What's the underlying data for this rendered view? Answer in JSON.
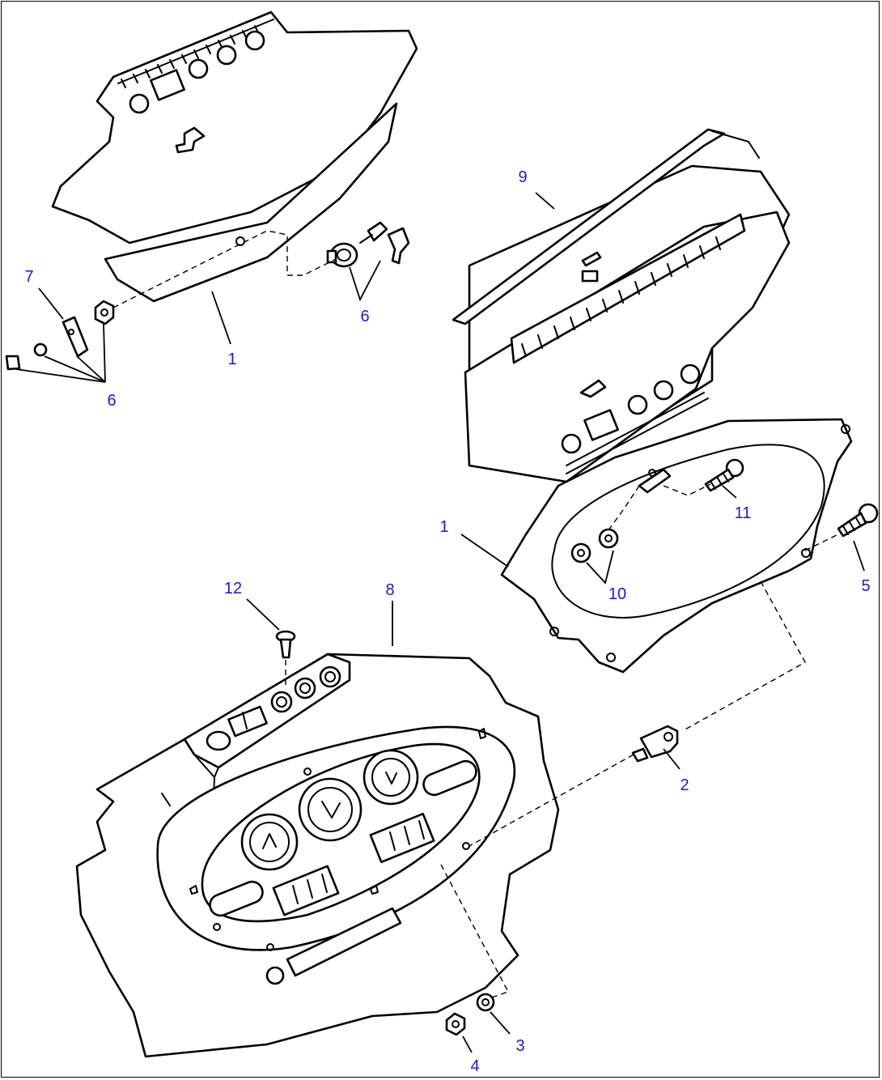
{
  "diagram": {
    "callouts": [
      {
        "id": "c1a",
        "text": "1"
      },
      {
        "id": "c1b",
        "text": "1"
      },
      {
        "id": "c2",
        "text": "2"
      },
      {
        "id": "c3",
        "text": "3"
      },
      {
        "id": "c4",
        "text": "4"
      },
      {
        "id": "c5",
        "text": "5"
      },
      {
        "id": "c6a",
        "text": "6"
      },
      {
        "id": "c6b",
        "text": "6"
      },
      {
        "id": "c7",
        "text": "7"
      },
      {
        "id": "c8",
        "text": "8"
      },
      {
        "id": "c9",
        "text": "9"
      },
      {
        "id": "c10",
        "text": "10"
      },
      {
        "id": "c11",
        "text": "11"
      },
      {
        "id": "c12",
        "text": "12"
      }
    ],
    "callout_color": "#1a1ad6",
    "line_color": "#000000"
  }
}
